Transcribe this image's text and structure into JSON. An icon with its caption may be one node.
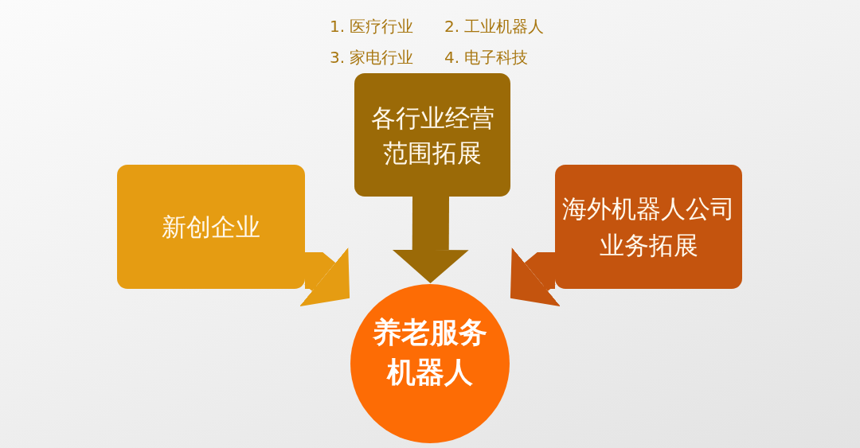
{
  "diagram": {
    "nodes": [
      {
        "text": [
          "各行业经营范围拓展"
        ],
        "beside": [
          "1. 医疗行业",
          "2. 工业机器人",
          "3. 家电行业",
          "4. 电子科技"
        ]
      },
      {
        "text": [
          "新创企业"
        ]
      },
      {
        "text": [
          "海外机器人公司业务拓展"
        ]
      },
      {
        "text": [
          "养老服务机器人"
        ]
      }
    ],
    "edges": [
      {
        "from": 0,
        "to": 3,
        "arrow": "to",
        "color": "#9b6a07"
      },
      {
        "from": 1,
        "to": 3,
        "arrow": "to",
        "color": "#e59c12"
      },
      {
        "from": 2,
        "to": 3,
        "arrow": "to",
        "color": "#c4540e"
      }
    ]
  }
}
